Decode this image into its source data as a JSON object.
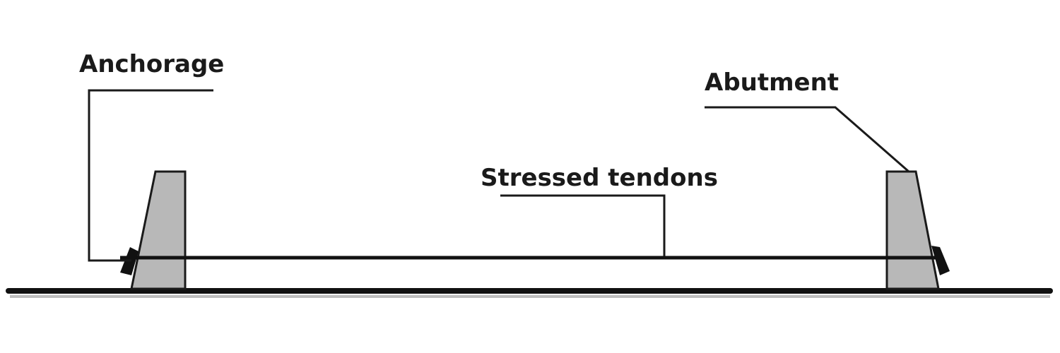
{
  "labels": {
    "anchorage": "Anchorage",
    "abutment": "Abutment",
    "stressed_tendons": "Stressed tendons"
  },
  "colors": {
    "abutment_fill": "#b8b8b8",
    "line": "#111111"
  }
}
